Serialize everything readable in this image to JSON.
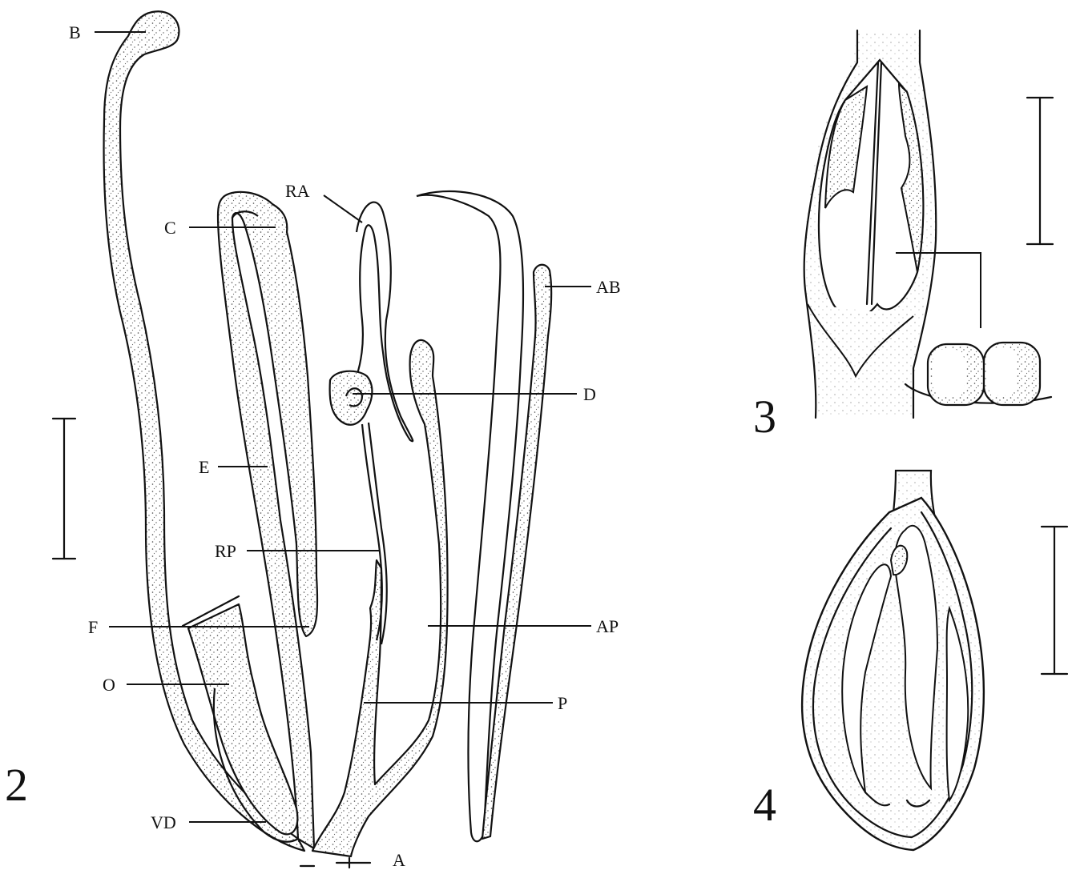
{
  "figures": {
    "fig2": {
      "number": "2"
    },
    "fig3": {
      "number": "3"
    },
    "fig4": {
      "number": "4"
    }
  },
  "labels": {
    "B": "B",
    "C": "C",
    "RA": "RA",
    "AB": "AB",
    "D": "D",
    "E": "E",
    "RP": "RP",
    "F": "F",
    "AP": "AP",
    "O": "O",
    "P": "P",
    "VD": "VD",
    "A": "A"
  },
  "colors": {
    "ink": "#111111",
    "background": "#ffffff"
  }
}
